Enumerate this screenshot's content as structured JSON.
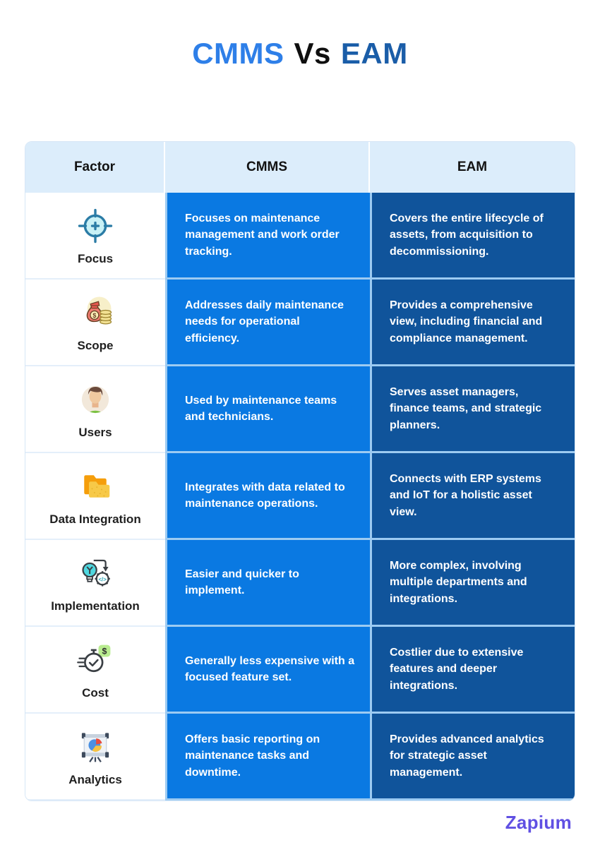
{
  "title": {
    "cmms": "CMMS",
    "vs": "Vs",
    "eam": "EAM"
  },
  "table": {
    "headers": [
      "Factor",
      "CMMS",
      "EAM"
    ],
    "rows": [
      {
        "factor": "Focus",
        "icon": "target-icon",
        "cmms": "Focuses on maintenance management and work order tracking.",
        "eam": "Covers the entire lifecycle of assets, from acquisition to decommissioning."
      },
      {
        "factor": "Scope",
        "icon": "money-bag-icon",
        "cmms": "Addresses daily maintenance needs for operational efficiency.",
        "eam": "Provides a comprehensive view, including financial and compliance management."
      },
      {
        "factor": "Users",
        "icon": "user-avatar-icon",
        "cmms": "Used by maintenance teams and technicians.",
        "eam": "Serves asset managers, finance teams, and strategic planners."
      },
      {
        "factor": "Data Integration",
        "icon": "folders-icon",
        "cmms": "Integrates with data related to maintenance operations.",
        "eam": "Connects with ERP systems and IoT for a holistic asset view."
      },
      {
        "factor": "Implementation",
        "icon": "idea-gear-icon",
        "cmms": "Easier and quicker to implement.",
        "eam": "More complex, involving multiple departments and integrations."
      },
      {
        "factor": "Cost",
        "icon": "stopwatch-dollar-icon",
        "cmms": "Generally less expensive with a focused feature set.",
        "eam": "Costlier due to extensive features and deeper integrations."
      },
      {
        "factor": "Analytics",
        "icon": "pie-chart-board-icon",
        "cmms": "Offers basic reporting on maintenance tasks and downtime.",
        "eam": "Provides advanced analytics for strategic asset management."
      }
    ]
  },
  "footer": {
    "brand": "Zapium"
  },
  "colors": {
    "title_cmms": "#2e7fe8",
    "title_eam": "#1a5da8",
    "header_bg": "#dcedfb",
    "cmms_cell": "#0a79e2",
    "eam_cell": "#10549b",
    "divider": "#9dcbf2",
    "brand": "#6050e3"
  }
}
